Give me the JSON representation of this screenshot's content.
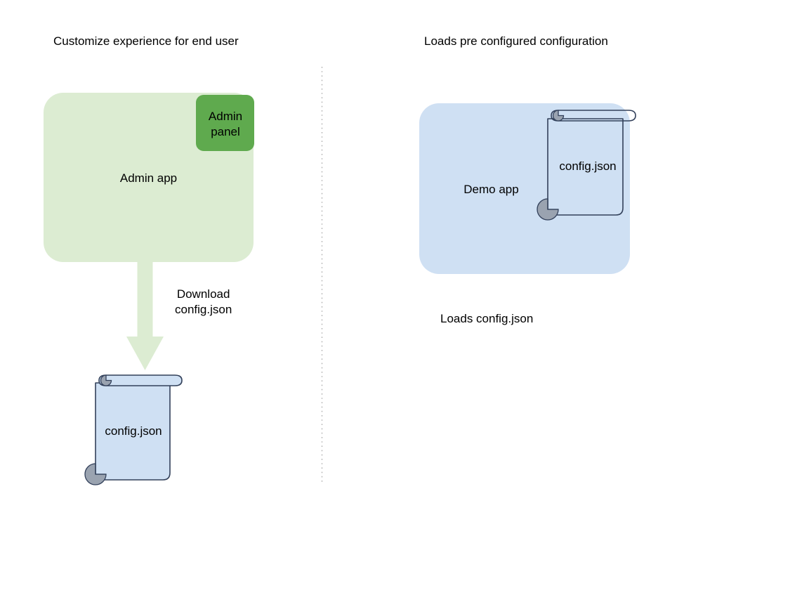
{
  "diagram": {
    "title_left": "Customize experience for end user",
    "title_right": "Loads pre configured configuration",
    "divider": "dotted-vertical-divider"
  },
  "left_panel": {
    "app_box": {
      "label": "Admin app",
      "fill": "#dcecd2"
    },
    "admin_panel": {
      "label": "Admin\npanel",
      "fill": "#5faa4e"
    },
    "arrow": {
      "label": "Download\nconfig.json",
      "fill": "#dcecd2",
      "direction": "down"
    },
    "config_file": {
      "label": "config.json",
      "fill": "#cfe0f3",
      "stroke": "#32405a"
    }
  },
  "right_panel": {
    "app_box": {
      "label": "Demo app",
      "fill": "#cfe0f3"
    },
    "config_file": {
      "label": "config.json",
      "fill": "transparent",
      "stroke": "#32405a"
    },
    "caption": "Loads config.json"
  },
  "colors": {
    "green_light": "#dcecd2",
    "green_dark": "#5faa4e",
    "blue_light": "#cfe0f3",
    "outline": "#32405a",
    "curl_gray": "#9aa3b0",
    "text": "#000000",
    "divider": "#b0b0b0"
  }
}
